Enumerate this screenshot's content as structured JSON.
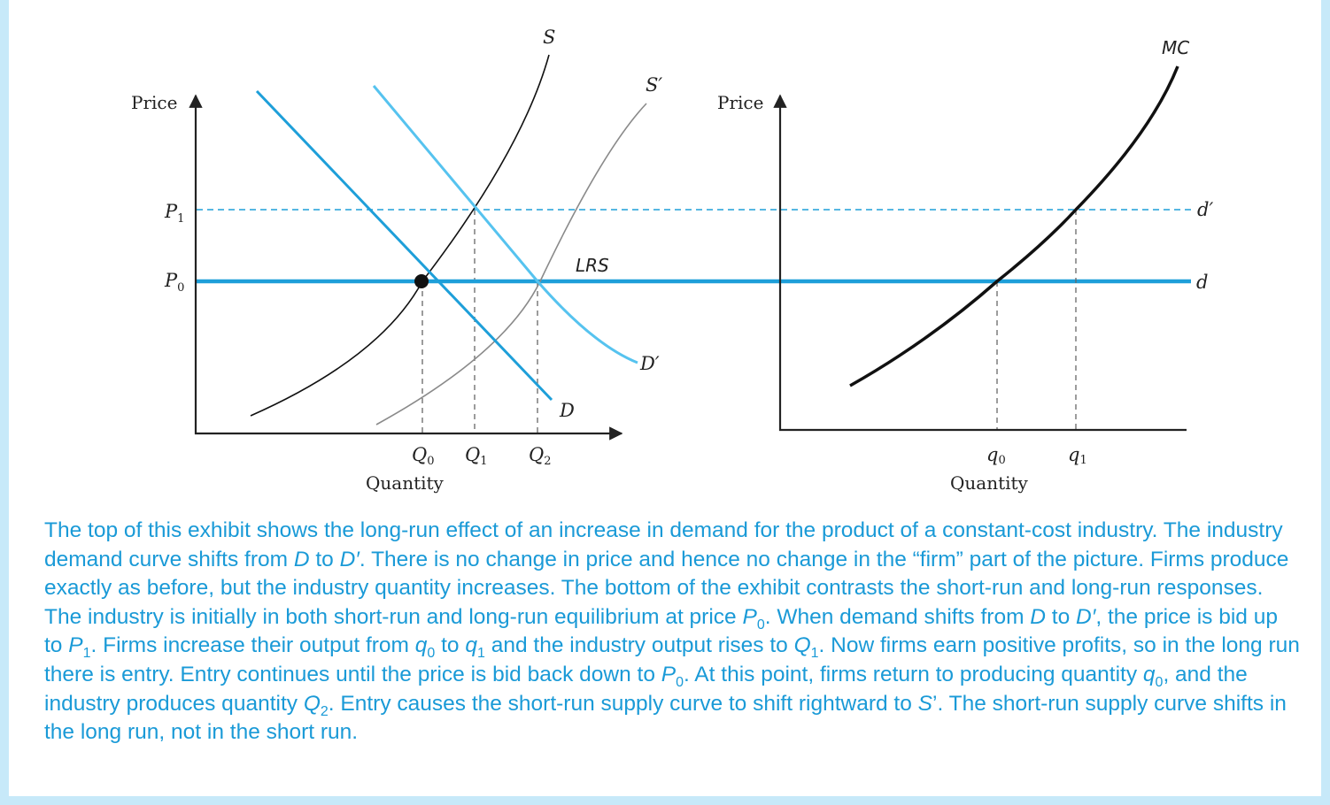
{
  "left_panel": {
    "y_axis_label": "Price",
    "x_axis_label": "Quantity",
    "price_ticks": {
      "p1": "P",
      "p1_sub": "1",
      "p0": "P",
      "p0_sub": "0"
    },
    "quantity_ticks": [
      {
        "main": "Q",
        "sub": "0"
      },
      {
        "main": "Q",
        "sub": "1"
      },
      {
        "main": "Q",
        "sub": "2"
      }
    ],
    "curve_labels": {
      "s": "S",
      "s_prime": "S′",
      "d": "D",
      "d_prime": "D′",
      "lrs": "LRS"
    }
  },
  "right_panel": {
    "y_axis_label": "Price",
    "x_axis_label": "Quantity",
    "quantity_ticks": [
      {
        "main": "q",
        "sub": "0"
      },
      {
        "main": "q",
        "sub": "1"
      }
    ],
    "curve_labels": {
      "mc": "MC",
      "d": "d",
      "d_prime": "d′"
    }
  },
  "colors": {
    "demand_d": "#1e9fd9",
    "demand_d_prime": "#56c3ef",
    "lrs_line": "#1e9fd9",
    "dashed_price": "#1e9fd9",
    "supply_s": "#111111",
    "supply_s_prime": "#8a8a8a",
    "mc_curve": "#111111",
    "caption_text": "#1a9ad7",
    "border": "#c7e9f9"
  },
  "caption": [
    {
      "t": "The top of this exhibit shows the long-run effect of an increase in demand for the product of a constant-cost industry. The industry demand curve shifts from "
    },
    {
      "t": "D",
      "i": true
    },
    {
      "t": " to "
    },
    {
      "t": "D′",
      "i": true
    },
    {
      "t": ". There is no change in price and hence no change in the “firm” part of the picture. Firms produce exactly as before, but the industry quantity increases. The bottom of the exhibit contrasts the short-run and long-run responses. The industry is initially in both short-run and long-run equilibrium at price "
    },
    {
      "t": "P",
      "i": true
    },
    {
      "t": "0",
      "sub": true
    },
    {
      "t": ". When demand shifts from "
    },
    {
      "t": "D",
      "i": true
    },
    {
      "t": " to "
    },
    {
      "t": "D′",
      "i": true
    },
    {
      "t": ", the price is bid up to "
    },
    {
      "t": "P",
      "i": true
    },
    {
      "t": "1",
      "sub": true
    },
    {
      "t": ". Firms increase their output from "
    },
    {
      "t": "q",
      "i": true
    },
    {
      "t": "0",
      "sub": true
    },
    {
      "t": " to "
    },
    {
      "t": "q",
      "i": true
    },
    {
      "t": "1",
      "sub": true
    },
    {
      "t": " and the industry output rises to "
    },
    {
      "t": "Q",
      "i": true
    },
    {
      "t": "1",
      "sub": true
    },
    {
      "t": ". Now firms earn positive profits, so in the long run there is entry. Entry continues until the price is bid back down to "
    },
    {
      "t": "P",
      "i": true
    },
    {
      "t": "0",
      "sub": true
    },
    {
      "t": ". At this point, firms return to producing quantity "
    },
    {
      "t": "q",
      "i": true
    },
    {
      "t": "0",
      "sub": true
    },
    {
      "t": ", and the industry produces quantity "
    },
    {
      "t": "Q",
      "i": true
    },
    {
      "t": "2",
      "sub": true
    },
    {
      "t": ". Entry causes the short-run supply curve to shift rightward to "
    },
    {
      "t": "S",
      "i": true
    },
    {
      "t": "’. The short-run supply curve shifts in the long run, not in the short run."
    }
  ]
}
